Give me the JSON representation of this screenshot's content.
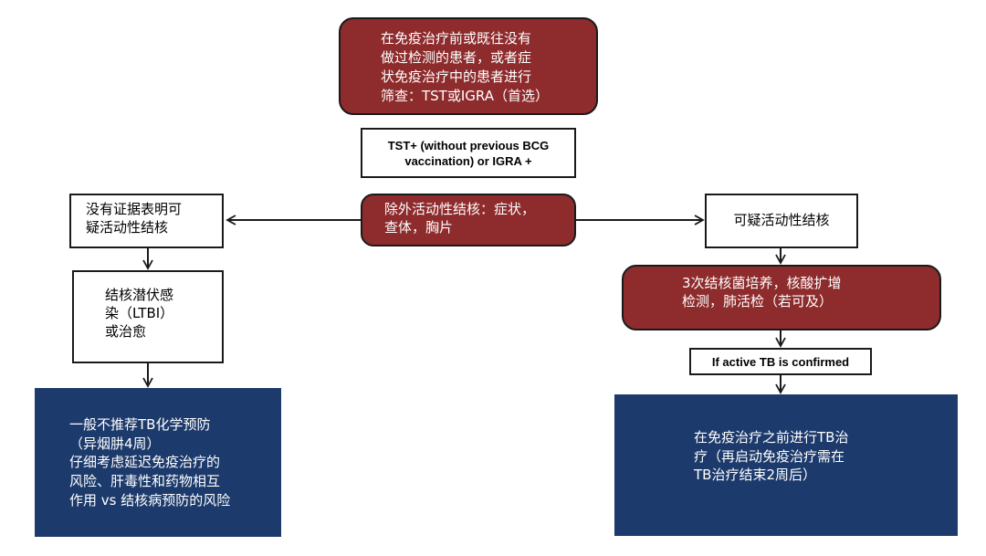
{
  "colors": {
    "decision_red": "#8e2b2c",
    "outcome_navy": "#1c3a6b",
    "line": "#1a1a1a"
  },
  "nodes": {
    "screening": "在免疫治疗前或既往没有\n做过检测的患者，或者症\n状免疫治疗中的患者进行\n筛查：TST或IGRA（首选）",
    "positive_test": "TST+ (without previous BCG\nvaccination) or IGRA +",
    "exclude_active": "除外活动性结核：症状，\n查体，胸片",
    "no_evidence": "没有证据表明可\n疑活动性结核",
    "suspected_active": "可疑活动性结核",
    "ltbi": "结核潜伏感\n染（LTBI）\n或治愈",
    "workup": "3次结核菌培养，核酸扩增\n检测，肺活检（若可及）",
    "confirmed": "If active TB is confirmed",
    "outcome_ltbi": "一般不推荐TB化学预防\n（异烟肼4周）\n仔细考虑延迟免疫治疗的\n风险、肝毒性和药物相互\n作用 vs 结核病预防的风险",
    "outcome_active": "在免疫治疗之前进行TB治\n疗（再启动免疫治疗需在\nTB治疗结束2周后）"
  }
}
